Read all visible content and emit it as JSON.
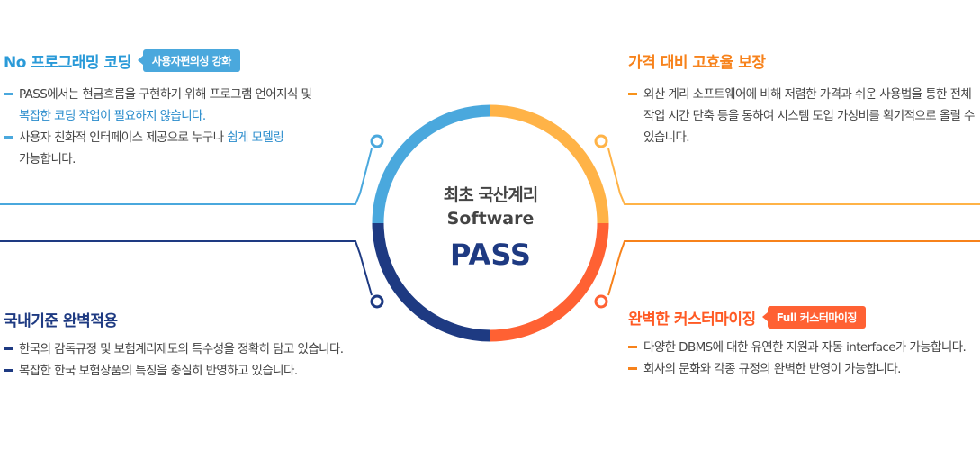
{
  "colors": {
    "light_blue": "#4aa8dd",
    "navy": "#1e3a82",
    "yellow_orange": "#ffb347",
    "orange": "#f7821b",
    "red_orange": "#ff6133"
  },
  "center": {
    "line1": "최초 국산계리",
    "line2": "Software",
    "line3": "PASS"
  },
  "sections": {
    "top_left": {
      "title": "No 프로그래밍 코딩",
      "tag": "사용자편의성 강화",
      "items": [
        {
          "text": "PASS에서는 현금흐름을 구현하기 위해 프로그램 언어지식 및",
          "highlight": "복잡한 코딩 작업이 필요하지 않습니다."
        },
        {
          "text": "사용자 친화적 인터페이스 제공으로 누구나",
          "highlight": "쉽게 모델링",
          "text2": "가능합니다."
        }
      ]
    },
    "top_right": {
      "title": "가격 대비 고효율 보장",
      "items": [
        {
          "text": "외산 계리 소프트웨어에 비해 저렴한 가격과 쉬운 사용법을 통한 전체 작업 시간 단축 등을 통하여 시스템 도입 가성비를 획기적으로 올릴 수 있습니다."
        }
      ]
    },
    "bottom_left": {
      "title": "국내기준 완벽적용",
      "items": [
        {
          "text": "한국의 감독규정 및 보험계리제도의 특수성을 정확히 담고 있습니다."
        },
        {
          "text": "복잡한 한국 보험상품의 특징을 충실히 반영하고 있습니다."
        }
      ]
    },
    "bottom_right": {
      "title": "완벽한 커스터마이징",
      "tag": "Full 커스터마이징",
      "items": [
        {
          "text": "다양한 DBMS에 대한 유연한 지원과 자동 interface가 가능합니다."
        },
        {
          "text": "회사의 문화와 각종 규정의 완벽한 반영이 가능합니다."
        }
      ]
    }
  }
}
